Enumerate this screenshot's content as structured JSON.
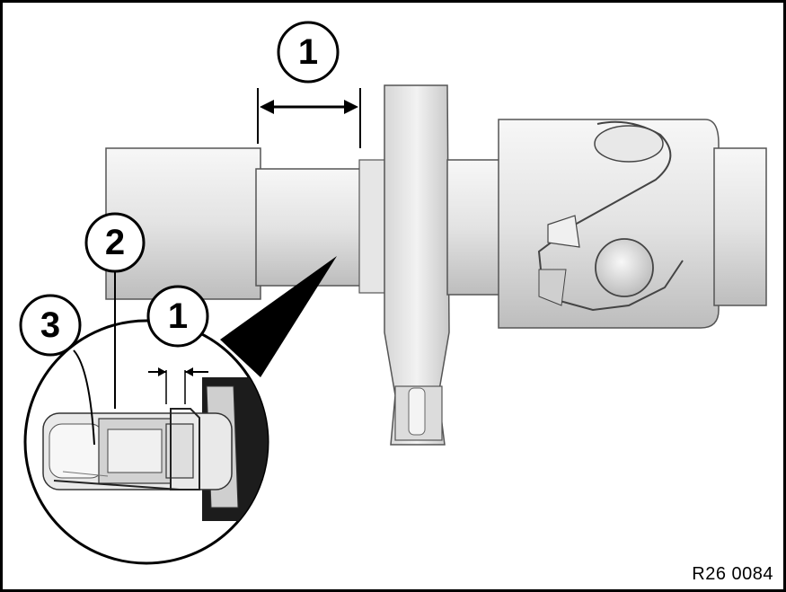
{
  "figure": {
    "reference_code": "R26 0084",
    "callouts": {
      "top_dimension": "1",
      "detail_part_2": "2",
      "detail_part_3": "3",
      "detail_dimension": "1"
    }
  },
  "colors": {
    "background": "#ffffff",
    "border": "#000000",
    "metal_light": "#eeeeee",
    "metal_mid": "#d8d8d8",
    "metal_shadow": "#b8b8b8",
    "dark": "#222222"
  }
}
